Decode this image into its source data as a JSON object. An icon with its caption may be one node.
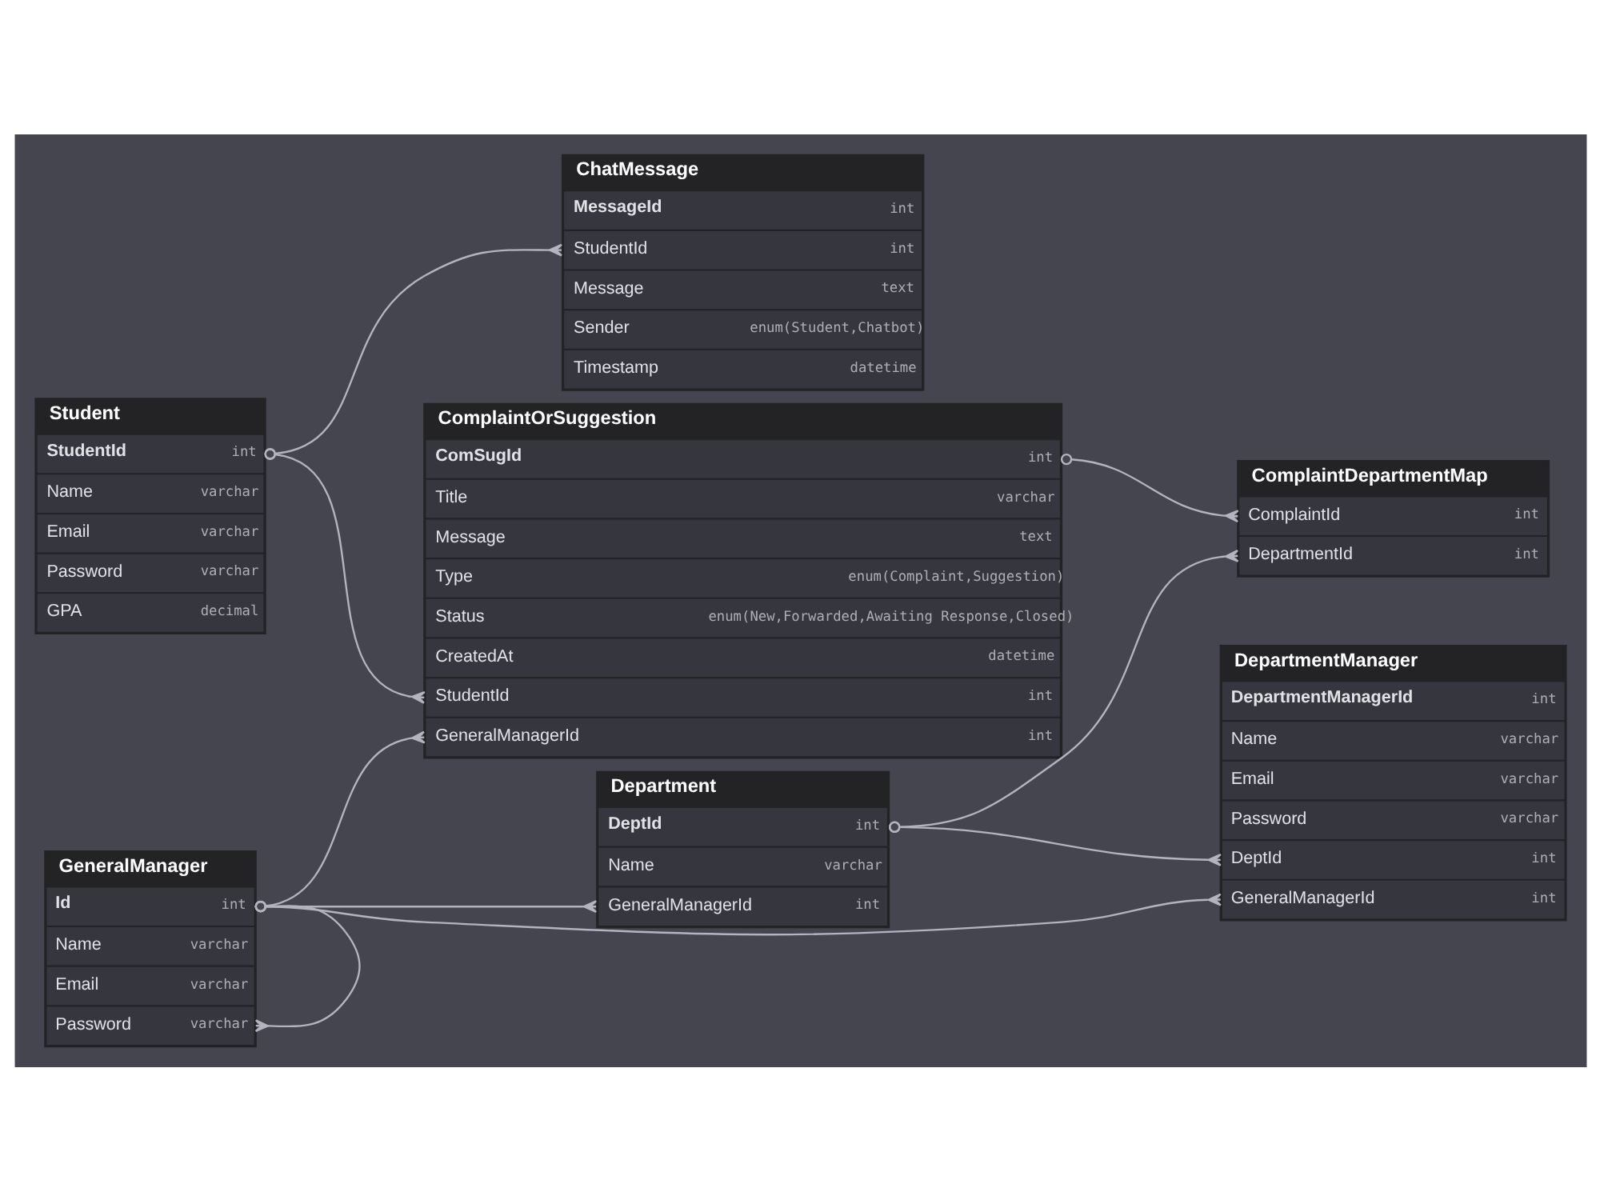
{
  "diagram": {
    "nodes": [
      {
        "text": [
          "ChatMessage"
        ]
      },
      {
        "text": [
          "MessageId",
          "int"
        ],
        "in": 0
      },
      {
        "text": [
          "StudentId",
          "int"
        ],
        "in": 0
      },
      {
        "text": [
          "Message",
          "text"
        ],
        "in": 0
      },
      {
        "text": [
          "Sender",
          "enum(Student,Chatbot)"
        ],
        "in": 0
      },
      {
        "text": [
          "Timestamp",
          "datetime"
        ],
        "in": 0
      },
      {
        "text": [
          "Student"
        ]
      },
      {
        "text": [
          "StudentId",
          "int"
        ],
        "in": 6
      },
      {
        "text": [
          "Name",
          "varchar"
        ],
        "in": 6
      },
      {
        "text": [
          "Email",
          "varchar"
        ],
        "in": 6
      },
      {
        "text": [
          "Password",
          "varchar"
        ],
        "in": 6
      },
      {
        "text": [
          "GPA",
          "decimal"
        ],
        "in": 6
      },
      {
        "text": [
          "ComplaintOrSuggestion"
        ]
      },
      {
        "text": [
          "ComSugId",
          "int"
        ],
        "in": 12
      },
      {
        "text": [
          "Title",
          "varchar"
        ],
        "in": 12
      },
      {
        "text": [
          "Message",
          "text"
        ],
        "in": 12
      },
      {
        "text": [
          "Type",
          "enum(Complaint,Suggestion)"
        ],
        "in": 12
      },
      {
        "text": [
          "Status",
          "enum(New,Forwarded,Awaiting Response,Closed)"
        ],
        "in": 12
      },
      {
        "text": [
          "CreatedAt",
          "datetime"
        ],
        "in": 12
      },
      {
        "text": [
          "StudentId",
          "int"
        ],
        "in": 12
      },
      {
        "text": [
          "GeneralManagerId",
          "int"
        ],
        "in": 12
      },
      {
        "text": [
          "Department"
        ]
      },
      {
        "text": [
          "DeptId",
          "int"
        ],
        "in": 21
      },
      {
        "text": [
          "Name",
          "varchar"
        ],
        "in": 21
      },
      {
        "text": [
          "GeneralManagerId",
          "int"
        ],
        "in": 21
      },
      {
        "text": [
          "GeneralManager"
        ]
      },
      {
        "text": [
          "Id",
          "int"
        ],
        "in": 25
      },
      {
        "text": [
          "Name",
          "varchar"
        ],
        "in": 25
      },
      {
        "text": [
          "Email",
          "varchar"
        ],
        "in": 25
      },
      {
        "text": [
          "Password",
          "varchar"
        ],
        "in": 25
      },
      {
        "text": [
          "DepartmentManager"
        ]
      },
      {
        "text": [
          "DepartmentManagerId",
          "int"
        ],
        "in": 30
      },
      {
        "text": [
          "Name",
          "varchar"
        ],
        "in": 30
      },
      {
        "text": [
          "Email",
          "varchar"
        ],
        "in": 30
      },
      {
        "text": [
          "Password",
          "varchar"
        ],
        "in": 30
      },
      {
        "text": [
          "DeptId",
          "int"
        ],
        "in": 30
      },
      {
        "text": [
          "GeneralManagerId",
          "int"
        ],
        "in": 30
      },
      {
        "text": [
          "ComplaintDepartmentMap"
        ]
      },
      {
        "text": [
          "ComplaintId",
          "int"
        ],
        "in": 37
      },
      {
        "text": [
          "DepartmentId",
          "int"
        ],
        "in": 37
      }
    ],
    "edges": [
      {
        "from": 7,
        "to": 2,
        "arrow": "other"
      },
      {
        "from": 7,
        "to": 19,
        "arrow": "other"
      },
      {
        "from": 22,
        "to": 35,
        "arrow": "other"
      },
      {
        "from": 22,
        "to": 39,
        "arrow": "other"
      },
      {
        "from": 26,
        "to": 24,
        "arrow": "other"
      },
      {
        "from": 26,
        "to": 29,
        "arrow": "other"
      },
      {
        "from": 26,
        "to": 36,
        "arrow": "other"
      },
      {
        "from": 26,
        "to": 20,
        "arrow": "other"
      },
      {
        "from": 13,
        "to": 38,
        "arrow": "other"
      }
    ]
  }
}
